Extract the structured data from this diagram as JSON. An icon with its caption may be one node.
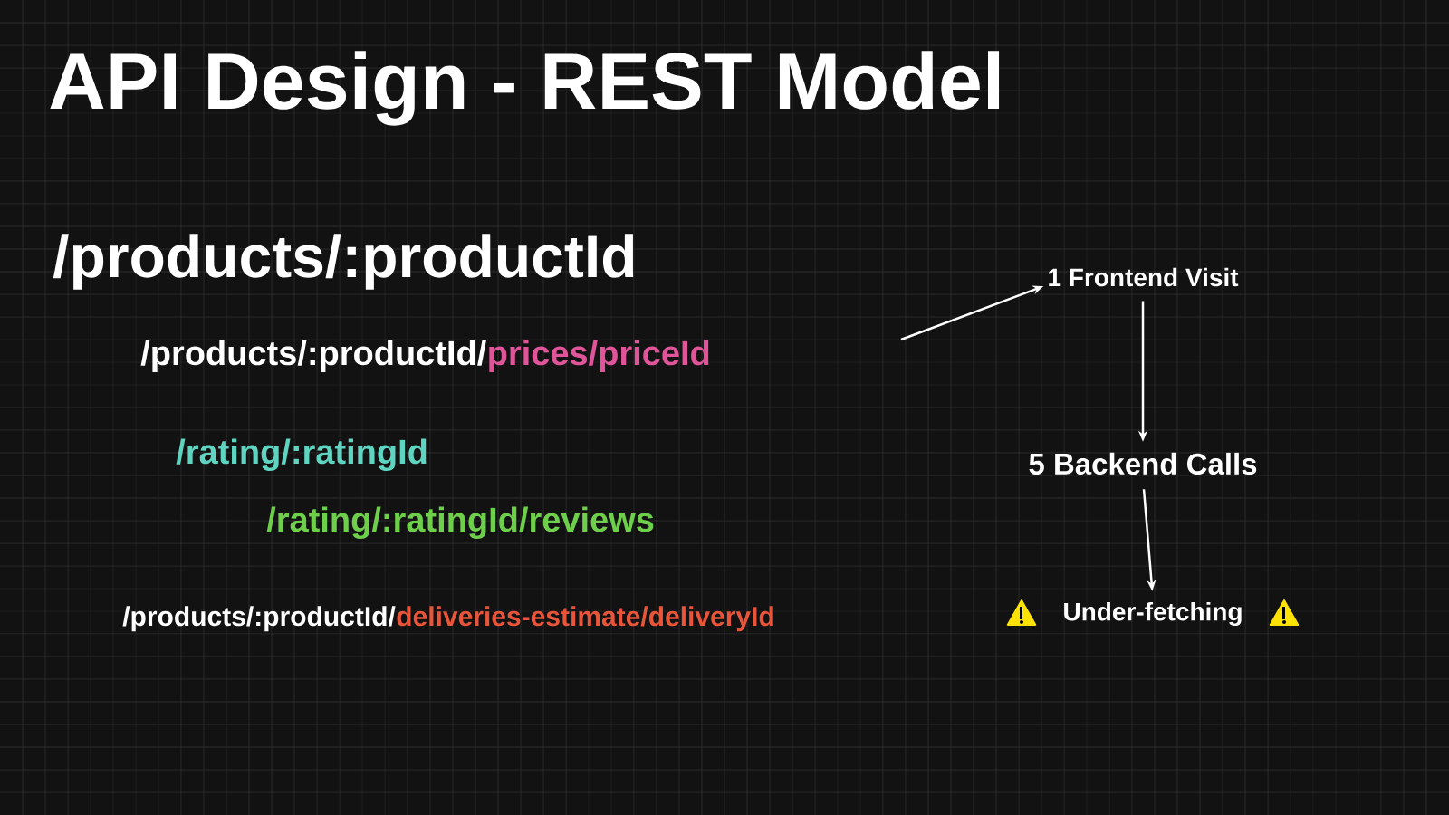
{
  "diagram": {
    "title": "API Design - REST Model",
    "nodes": [
      {
        "text": [
          "1 Frontend Visit"
        ]
      },
      {
        "text": [
          "5 Backend Calls"
        ]
      },
      {
        "text": [
          "Under-fetching"
        ]
      }
    ],
    "edges": [
      {
        "from": null,
        "to": 0,
        "arrow": "to"
      },
      {
        "from": 0,
        "to": 1,
        "arrow": "to"
      },
      {
        "from": 1,
        "to": 2,
        "arrow": "to"
      }
    ],
    "labels": [
      "/products/:productId",
      "/products/:productId/",
      "prices/priceId",
      "/rating/:ratingId",
      "/rating/:ratingId/reviews",
      "/products/:productId/",
      "deliveries-estimate/deliveryId"
    ]
  }
}
